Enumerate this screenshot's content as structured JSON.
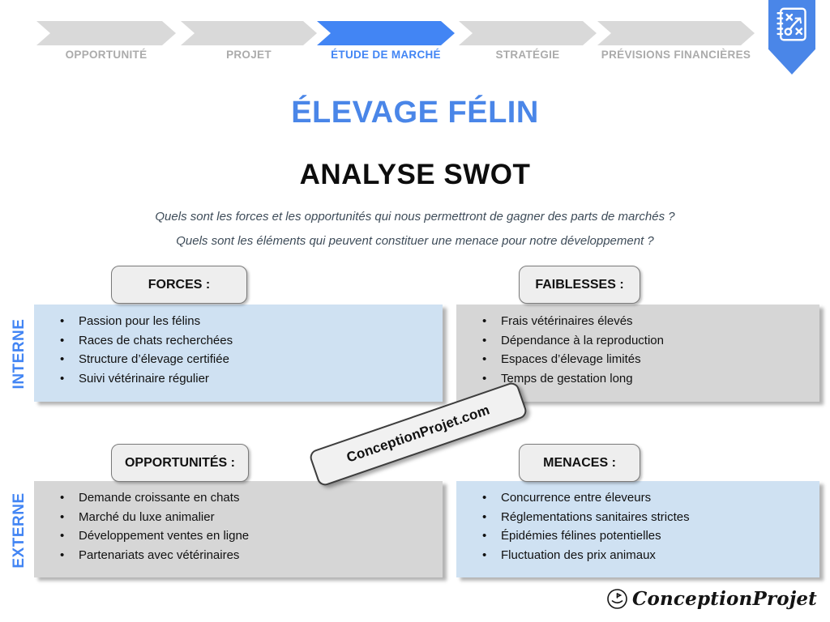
{
  "nav": {
    "steps": [
      {
        "label": "OPPORTUNITÉ",
        "active": false
      },
      {
        "label": "PROJET",
        "active": false
      },
      {
        "label": "ÉTUDE DE MARCHÉ",
        "active": true
      },
      {
        "label": "STRATÉGIE",
        "active": false
      },
      {
        "label": "PRÉVISIONS FINANCIÈRES",
        "active": false
      }
    ],
    "active_color": "#4285f4",
    "inactive_color": "#d9d9d9"
  },
  "ribbon": {
    "icon": "strategy-playbook-icon",
    "color": "#4a86e8"
  },
  "header": {
    "title": "ÉLEVAGE FÉLIN",
    "subtitle": "ANALYSE SWOT",
    "question1": "Quels sont les forces et les opportunités qui nous permettront de gagner des parts de marchés ?",
    "question2": "Quels sont les éléments qui peuvent constituer une menace pour notre développement ?"
  },
  "row_labels": {
    "internal": "INTERNE",
    "external": "EXTERNE"
  },
  "quadrants": {
    "forces": {
      "label": "FORCES :",
      "items": [
        "Passion pour les félins",
        "Races de chats recherchées",
        "Structure d’élevage certifiée",
        "Suivi vétérinaire régulier"
      ]
    },
    "faiblesses": {
      "label": "FAIBLESSES :",
      "items": [
        "Frais vétérinaires élevés",
        "Dépendance à la reproduction",
        "Espaces d’élevage limités",
        "Temps de gestation long"
      ]
    },
    "opportunites": {
      "label": "OPPORTUNITÉS :",
      "items": [
        "Demande croissante en chats",
        "Marché du luxe animalier",
        "Développement ventes en ligne",
        "Partenariats avec vétérinaires"
      ]
    },
    "menaces": {
      "label": "MENACES :",
      "items": [
        "Concurrence entre éleveurs",
        "Réglementations sanitaires strictes",
        "Épidémies félines potentielles",
        "Fluctuation des prix animaux"
      ]
    }
  },
  "watermark": {
    "text": "ConceptionProjet.com"
  },
  "footer": {
    "brand": "ConceptionProjet"
  },
  "colors": {
    "accent_blue": "#4285f4",
    "title_blue": "#4a86e8",
    "box_blue": "#cfe1f2",
    "box_gray": "#d6d6d6",
    "pill_gray": "#eeeeee",
    "question_text": "#3e4c59"
  }
}
